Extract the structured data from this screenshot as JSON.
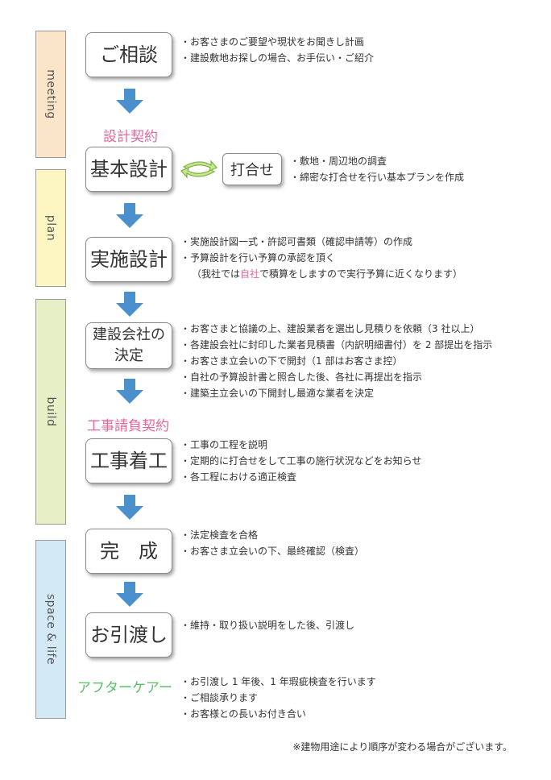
{
  "phases": [
    {
      "label": "meeting",
      "color": "#fbe5c8"
    },
    {
      "label": "plan",
      "color": "#fdf6c3"
    },
    {
      "label": "build",
      "color": "#e7efc6"
    },
    {
      "label": "space & life",
      "color": "#d3e9f5"
    }
  ],
  "steps": [
    {
      "label": "ご相談"
    },
    {
      "label": "基本設計"
    },
    {
      "label": "実施設計"
    },
    {
      "label_line1": "建設会社の",
      "label_line2": "決定"
    },
    {
      "label": "工事着工"
    },
    {
      "label": "完　成"
    },
    {
      "label": "お引渡し"
    }
  ],
  "contracts": [
    {
      "label": "設計契約",
      "color": "#e5689a"
    },
    {
      "label": "工事請負契約",
      "color": "#e5689a"
    },
    {
      "label": "アフターケアー",
      "color": "#5bbf6a"
    }
  ],
  "meeting_box": {
    "label": "打合せ"
  },
  "notes": {
    "consult": [
      "・お客さまのご要望や現状をお聞きし計画",
      "・建設敷地お探しの場合、お手伝い・ご紹介"
    ],
    "basic": [
      "・敷地・周辺地の調査",
      "・綿密な打合せを行い基本プランを作成"
    ],
    "detail": [
      "・実施設計図一式・許認可書類（確認申請等）の作成",
      "・予算設計を行い予算の承認を頂く"
    ],
    "detail_extra": {
      "prefix": "（我社では",
      "highlight": "自社",
      "suffix": "で積算をしますので実行予算に近くなります）"
    },
    "contractor": [
      "・お客さまと協議の上、建設業者を選出し見積りを依頼（3 社以上）",
      "・各建設会社に封印した業者見積書（内訳明細書付）を 2 部提出を指示",
      "・お客さま立会いの下で開封（1 部はお客さま控）",
      "・自社の予算設計書と照合した後、各社に再提出を指示",
      "・建築主立会いの下開封し最適な業者を決定"
    ],
    "construction": [
      "・工事の工程を説明",
      "・定期的に打合せをして工事の施行状況などをお知らせ",
      "・各工程における適正検査"
    ],
    "completion": [
      "・法定検査を合格",
      "・お客さま立会いの下、最終確認（検査）"
    ],
    "handover": [
      "・維持・取り扱い説明をした後、引渡し"
    ],
    "aftercare": [
      "・お引渡し 1 年後、1 年瑕疵検査を行います",
      "・ご相談承ります",
      "・お客様との長いお付き合い"
    ]
  },
  "footnote": "※建物用途により順序が変わる場合がございます。",
  "colors": {
    "arrow": "#4a90cc",
    "cycle": "#a8d86a"
  }
}
